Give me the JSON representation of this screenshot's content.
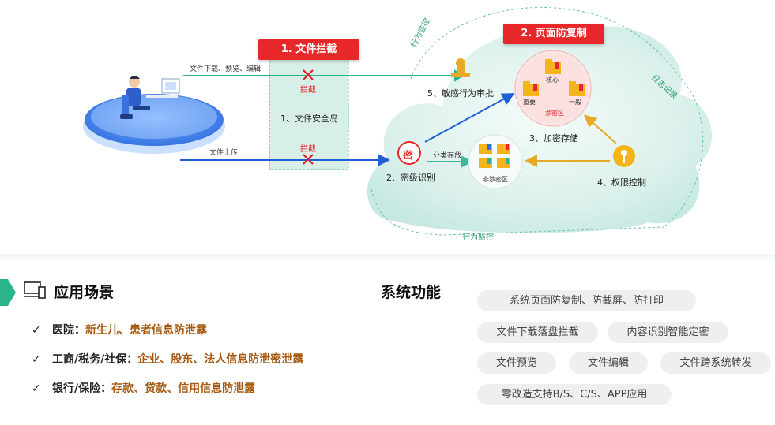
{
  "diagram": {
    "badge_intercept": "1. 文件拦截",
    "badge_page_copy": "2. 页面防复制",
    "download_label": "文件下载、预览、编辑",
    "upload_label": "文件上传",
    "block_label_top": "拦截",
    "block_label_bottom": "拦截",
    "security_island": "1、文件安全岛",
    "secret_id": "2、密级识别",
    "classify_store": "分类存放",
    "encrypt_store": "3、加密存储",
    "permission": "4、权限控制",
    "audit": "5、敏感行为审批",
    "core": "核心",
    "important": "重要",
    "general": "一般",
    "secret_zone": "涉密区",
    "nonsecret_zone": "非涉密区",
    "secret_glyph": "密",
    "behavior_monitor_top": "行为监控",
    "behavior_monitor_bottom": "行为监控",
    "log_record": "日志记录"
  },
  "scenes": {
    "title": "应用场景",
    "items": [
      {
        "check": "✓",
        "prefix": "医院：",
        "highlight": "新生儿、患者信息防泄露"
      },
      {
        "check": "✓",
        "prefix": "工商/税务/社保：",
        "highlight": "企业、股东、法人信息防泄密泄露"
      },
      {
        "check": "✓",
        "prefix": "银行/保险：",
        "highlight": "存款、贷款、信用信息防泄露"
      }
    ]
  },
  "functions": {
    "title": "系统功能",
    "pills": [
      "系统页面防复制、防截屏、防打印",
      "文件下载落盘拦截",
      "内容识别智能定密",
      "文件预览",
      "文件编辑",
      "文件跨系统转发",
      "零改造支持B/S、C/S、APP应用"
    ]
  },
  "colors": {
    "red": "#e8272a",
    "green_arrow": "#2bb48a",
    "blue_arrow": "#1f5fd6",
    "yellow_arrow": "#e7a928",
    "brown_highlight": "#a45a12"
  }
}
